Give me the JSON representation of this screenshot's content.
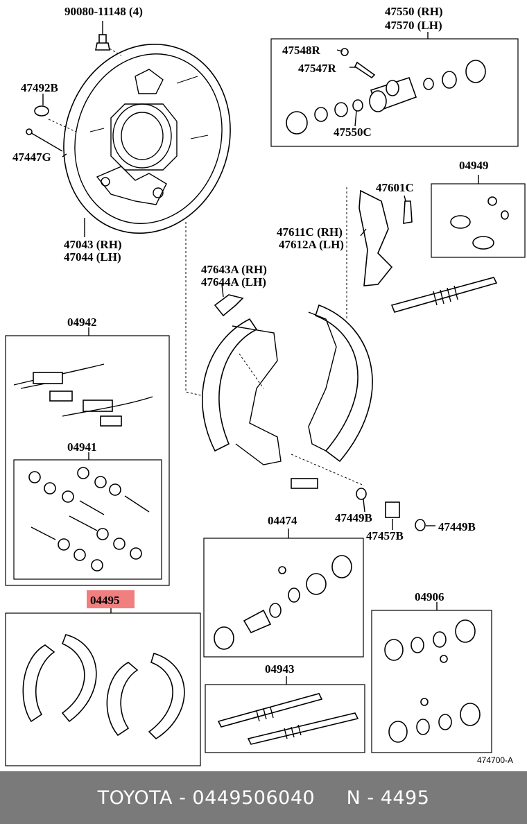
{
  "labels": {
    "l90080": "90080-11148 (4)",
    "l47550": "47550 (RH)",
    "l47570": "47570 (LH)",
    "l47548": "47548R",
    "l47547": "47547R",
    "l47550c": "47550C",
    "l47492": "47492B",
    "l47447": "47447G",
    "l47043": "47043 (RH)",
    "l47044": "47044 (LH)",
    "l04949": "04949",
    "l47601": "47601C",
    "l47611": "47611C (RH)",
    "l47612": "47612A (LH)",
    "l47643": "47643A (RH)",
    "l47644": "47644A (LH)",
    "l04942": "04942",
    "l04941": "04941",
    "l04474": "04474",
    "l47449a": "47449B",
    "l47457": "47457B",
    "l47449b": "47449B",
    "l04495": "04495",
    "l04906": "04906",
    "l04943": "04943",
    "ref": "474700-A"
  },
  "highlight_color": "#f08080",
  "footer": {
    "text": "TOYOTA - 0449506040     N - 4495",
    "background": "#7a7a7a"
  }
}
